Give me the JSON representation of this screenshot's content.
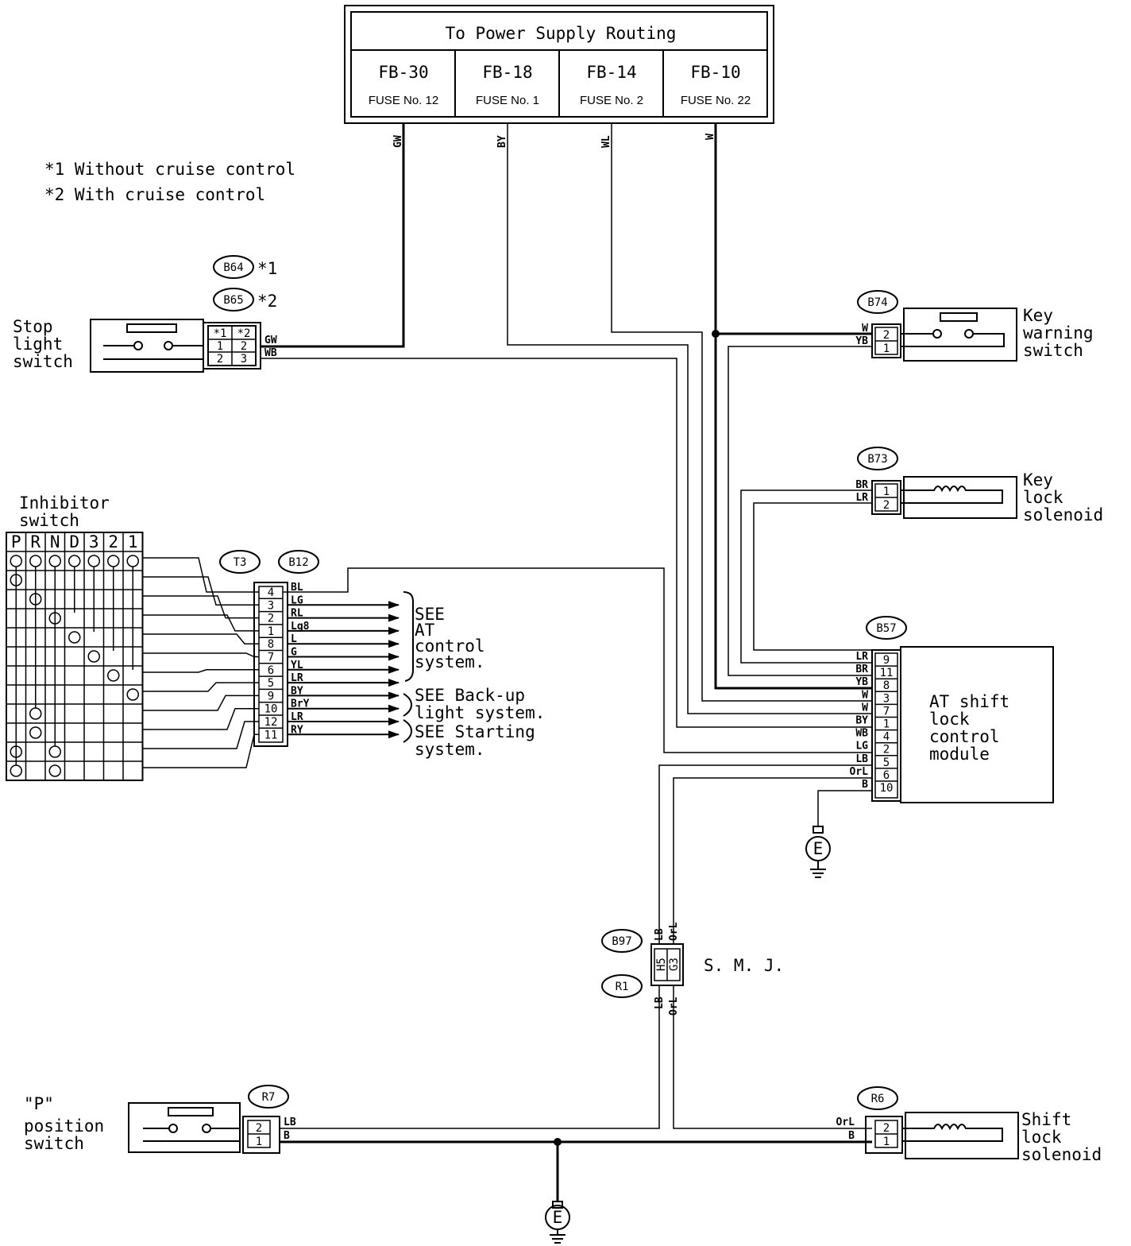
{
  "power_box": {
    "title": "To Power Supply Routing",
    "fuses": [
      {
        "fb": "FB-30",
        "fuse": "FUSE No. 12",
        "wire": "GW"
      },
      {
        "fb": "FB-18",
        "fuse": "FUSE No. 1",
        "wire": "BY"
      },
      {
        "fb": "FB-14",
        "fuse": "FUSE No. 2",
        "wire": "WL"
      },
      {
        "fb": "FB-10",
        "fuse": "FUSE No. 22",
        "wire": "W"
      }
    ]
  },
  "notes": [
    "*1 Without cruise control",
    "*2 With cruise control"
  ],
  "stop_light_switch": {
    "label": [
      "Stop",
      "light",
      "switch"
    ],
    "connectors": [
      {
        "id": "B64",
        "note": "*1"
      },
      {
        "id": "B65",
        "note": "*2"
      }
    ],
    "pins_top": [
      "*1",
      "*2"
    ],
    "pins": [
      "1",
      "2",
      "2",
      "3"
    ],
    "wires": [
      "GW",
      "WB"
    ]
  },
  "key_warning_switch": {
    "label": [
      "Key",
      "warning",
      "switch"
    ],
    "connector": "B74",
    "pins": [
      "2",
      "1"
    ],
    "wires": [
      "W",
      "YB"
    ]
  },
  "key_lock_solenoid": {
    "label": [
      "Key",
      "lock",
      "solenoid"
    ],
    "connector": "B73",
    "pins": [
      "1",
      "2"
    ],
    "wires": [
      "BR",
      "LR"
    ]
  },
  "inhibitor_switch": {
    "label": [
      "Inhibitor",
      "switch"
    ],
    "positions": [
      "P",
      "R",
      "N",
      "D",
      "3",
      "2",
      "1"
    ]
  },
  "t3_b12": {
    "connectors": [
      "T3",
      "B12"
    ],
    "pins": [
      "4",
      "3",
      "2",
      "1",
      "8",
      "7",
      "6",
      "5",
      "9",
      "10",
      "12",
      "11"
    ],
    "wires": [
      "BL",
      "LG",
      "RL",
      "Lg8",
      "L",
      "G",
      "YL",
      "LR",
      "BY",
      "BrY",
      "LR",
      "RY"
    ],
    "refs": [
      {
        "lines": [
          "SEE",
          "AT",
          "control",
          "system."
        ]
      },
      {
        "lines": [
          "SEE Back-up",
          "light system."
        ]
      },
      {
        "lines": [
          "SEE Starting",
          "system."
        ]
      }
    ]
  },
  "at_module": {
    "label": [
      "AT shift",
      "lock",
      "control",
      "module"
    ],
    "connector": "B57",
    "pins": [
      "9",
      "11",
      "8",
      "3",
      "7",
      "1",
      "4",
      "2",
      "5",
      "6",
      "10"
    ],
    "wires": [
      "LR",
      "BR",
      "YB",
      "W",
      "W",
      "BY",
      "WB",
      "LG",
      "LB",
      "OrL",
      "B"
    ]
  },
  "ground_symbol": "E",
  "smj": {
    "label": "S. M. J.",
    "connectors": [
      "B97",
      "R1"
    ],
    "pins": [
      "H5",
      "G3"
    ],
    "wires_top": [
      "LB",
      "OrL"
    ],
    "wires_bottom": [
      "LB",
      "OrL"
    ]
  },
  "p_position_switch": {
    "label": [
      "\"P\"",
      "position",
      "switch"
    ],
    "connector": "R7",
    "pins": [
      "2",
      "1"
    ],
    "wires": [
      "LB",
      "B"
    ]
  },
  "shift_lock_solenoid": {
    "label": [
      "Shift",
      "lock",
      "solenoid"
    ],
    "connector": "R6",
    "pins": [
      "2",
      "1"
    ],
    "wires": [
      "OrL",
      "B"
    ]
  }
}
